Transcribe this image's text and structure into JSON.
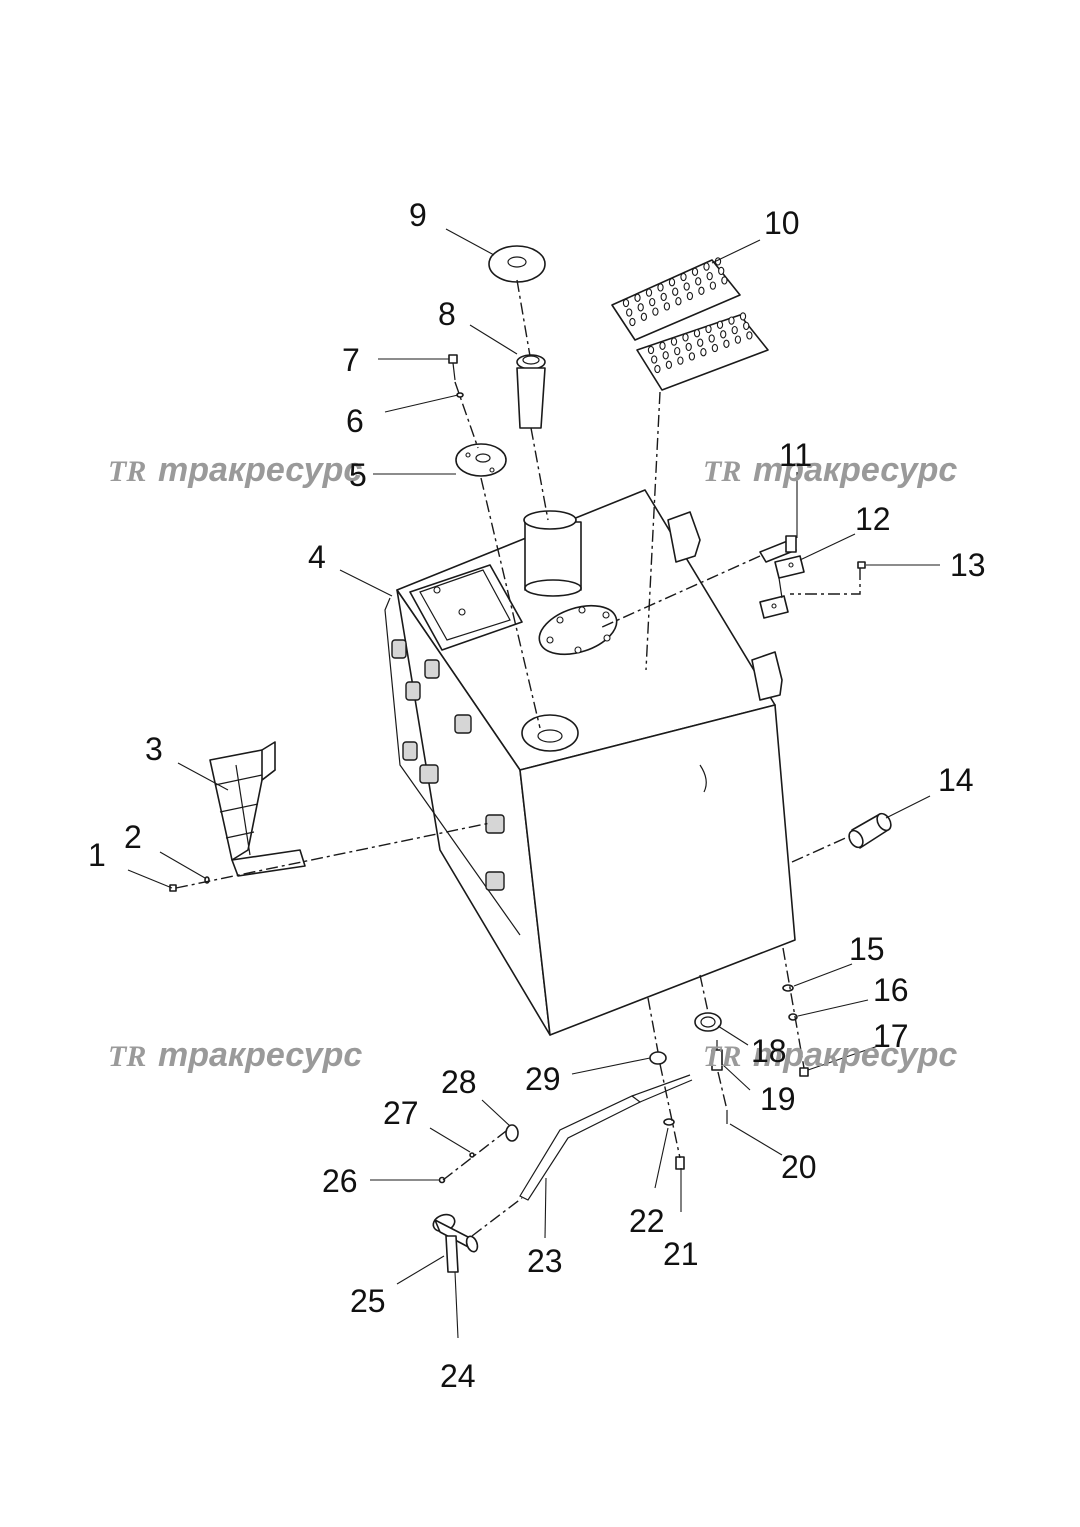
{
  "watermark": {
    "logo": "TR",
    "text": "тракресурс"
  },
  "callouts": [
    "1",
    "2",
    "3",
    "4",
    "5",
    "6",
    "7",
    "8",
    "9",
    "10",
    "11",
    "12",
    "13",
    "14",
    "15",
    "16",
    "17",
    "18",
    "19",
    "20",
    "21",
    "22",
    "23",
    "24",
    "25",
    "26",
    "27",
    "28",
    "29"
  ]
}
